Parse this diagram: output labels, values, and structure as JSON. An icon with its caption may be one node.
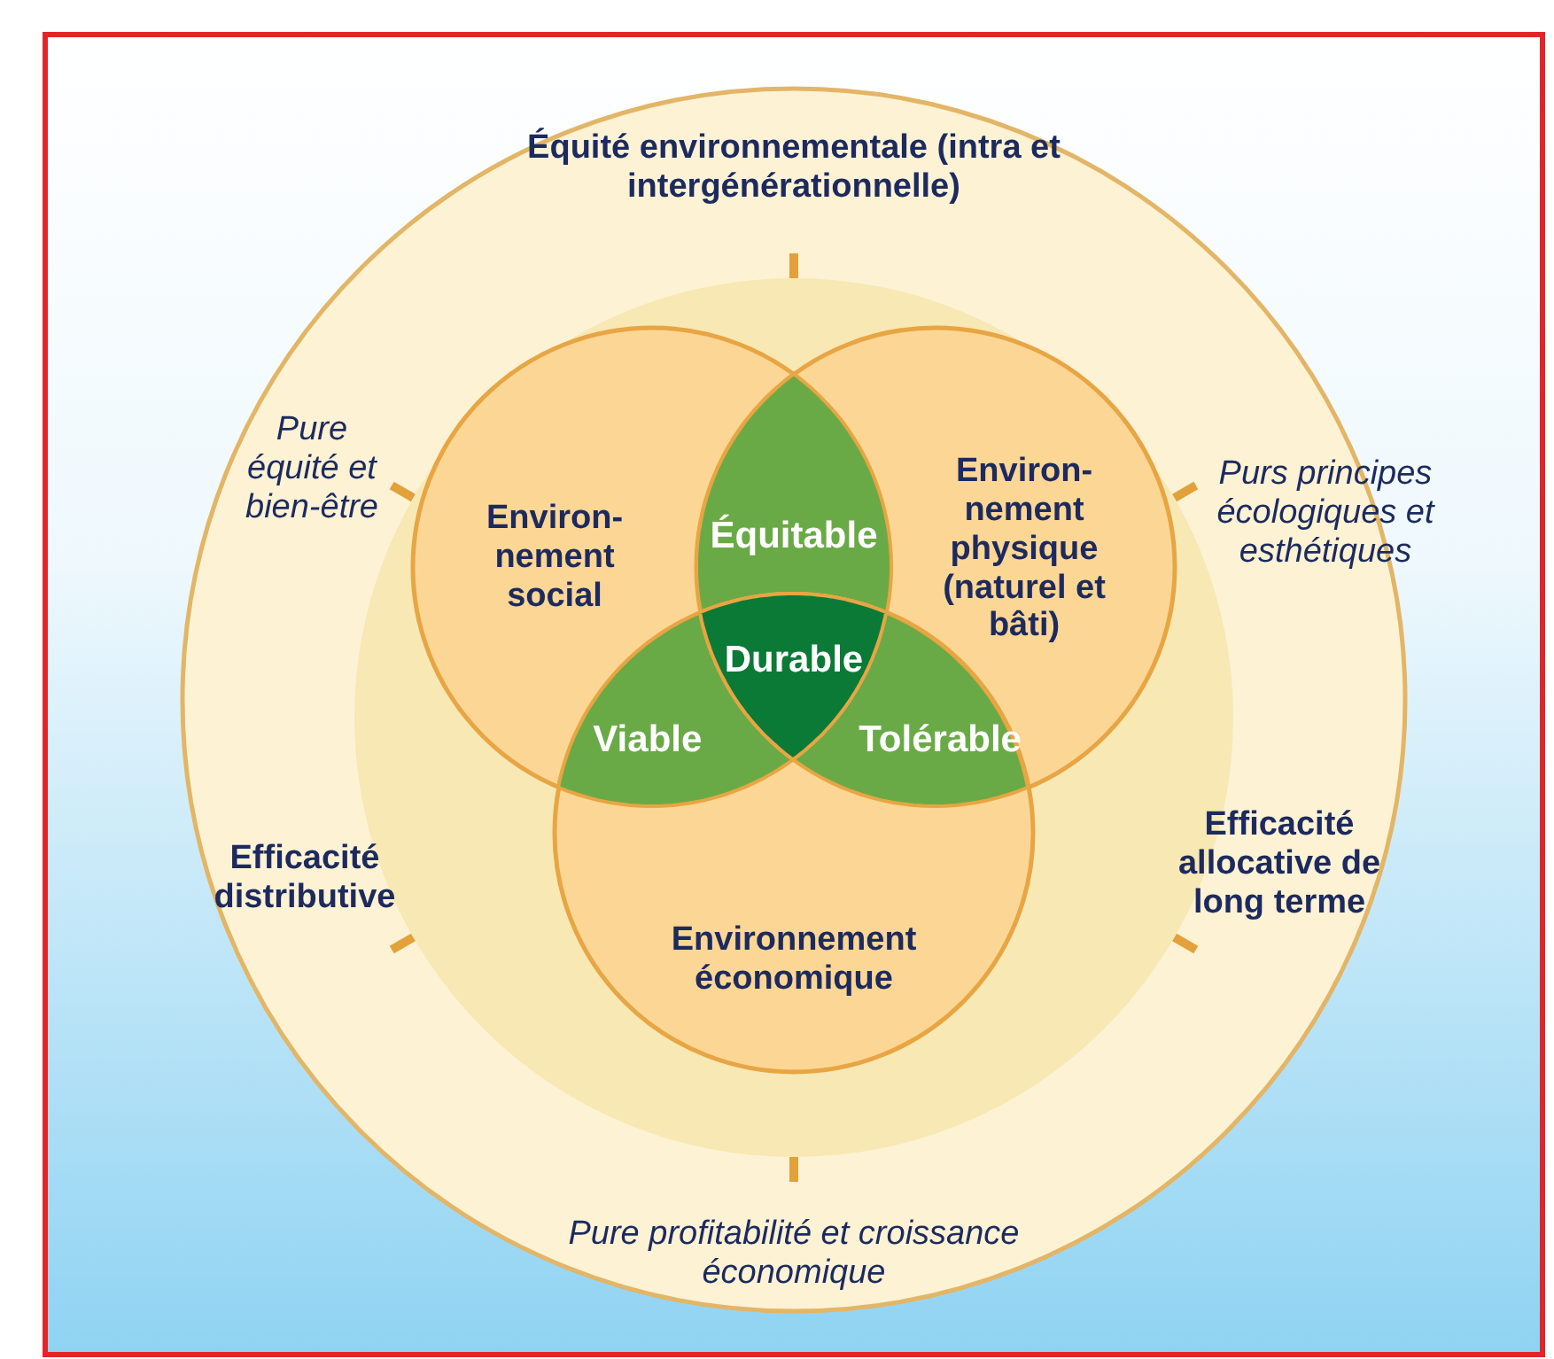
{
  "diagram": {
    "nodes": [
      {
        "text": [],
        "shape": "circle"
      },
      {
        "text": [
          "Environ- nement social"
        ],
        "in": 0
      },
      {
        "text": [
          "Environ- nement physique (naturel et bâti)"
        ],
        "in": 0
      },
      {
        "text": [
          "Environnement économique"
        ],
        "in": 0
      },
      {
        "text": [
          "Équitable"
        ]
      },
      {
        "text": [
          "Viable"
        ]
      },
      {
        "text": [
          "Tolérable"
        ]
      },
      {
        "text": [
          "Durable"
        ]
      }
    ],
    "labels": [
      "Équité environnementale (intra et intergénérationnelle)",
      "Pure équité et bien-être",
      "Purs principes écologiques et esthétiques",
      "Efficacité distributive",
      "Efficacité allocative de long terme",
      "Pure profitabilité et croissance économique"
    ]
  }
}
